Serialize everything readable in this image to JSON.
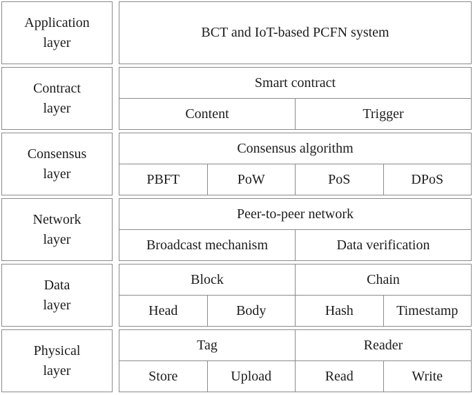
{
  "diagram": {
    "colors": {
      "border": "#8a8a8a",
      "text": "#1c1c1c",
      "background": "#ffffff"
    },
    "layers": [
      {
        "id": "application",
        "label_lines": [
          "Application",
          "layer"
        ],
        "rows": [
          {
            "cells": [
              "BCT and IoT-based PCFN system"
            ]
          }
        ]
      },
      {
        "id": "contract",
        "label_lines": [
          "Contract",
          "layer"
        ],
        "rows": [
          {
            "cells": [
              "Smart contract"
            ]
          },
          {
            "cells": [
              "Content",
              "Trigger"
            ]
          }
        ]
      },
      {
        "id": "consensus",
        "label_lines": [
          "Consensus",
          "layer"
        ],
        "rows": [
          {
            "cells": [
              "Consensus algorithm"
            ]
          },
          {
            "cells": [
              "PBFT",
              "PoW",
              "PoS",
              "DPoS"
            ]
          }
        ]
      },
      {
        "id": "network",
        "label_lines": [
          "Network",
          "layer"
        ],
        "rows": [
          {
            "cells": [
              "Peer-to-peer network"
            ]
          },
          {
            "cells": [
              "Broadcast mechanism",
              "Data verification"
            ]
          }
        ]
      },
      {
        "id": "data",
        "label_lines": [
          "Data",
          "layer"
        ],
        "rows": [
          {
            "cells": [
              "Block",
              "Chain"
            ]
          },
          {
            "cells": [
              "Head",
              "Body",
              "Hash",
              "Timestamp"
            ]
          }
        ]
      },
      {
        "id": "physical",
        "label_lines": [
          "Physical",
          "layer"
        ],
        "rows": [
          {
            "cells": [
              "Tag",
              "Reader"
            ]
          },
          {
            "cells": [
              "Store",
              "Upload",
              "Read",
              "Write"
            ]
          }
        ]
      }
    ]
  }
}
